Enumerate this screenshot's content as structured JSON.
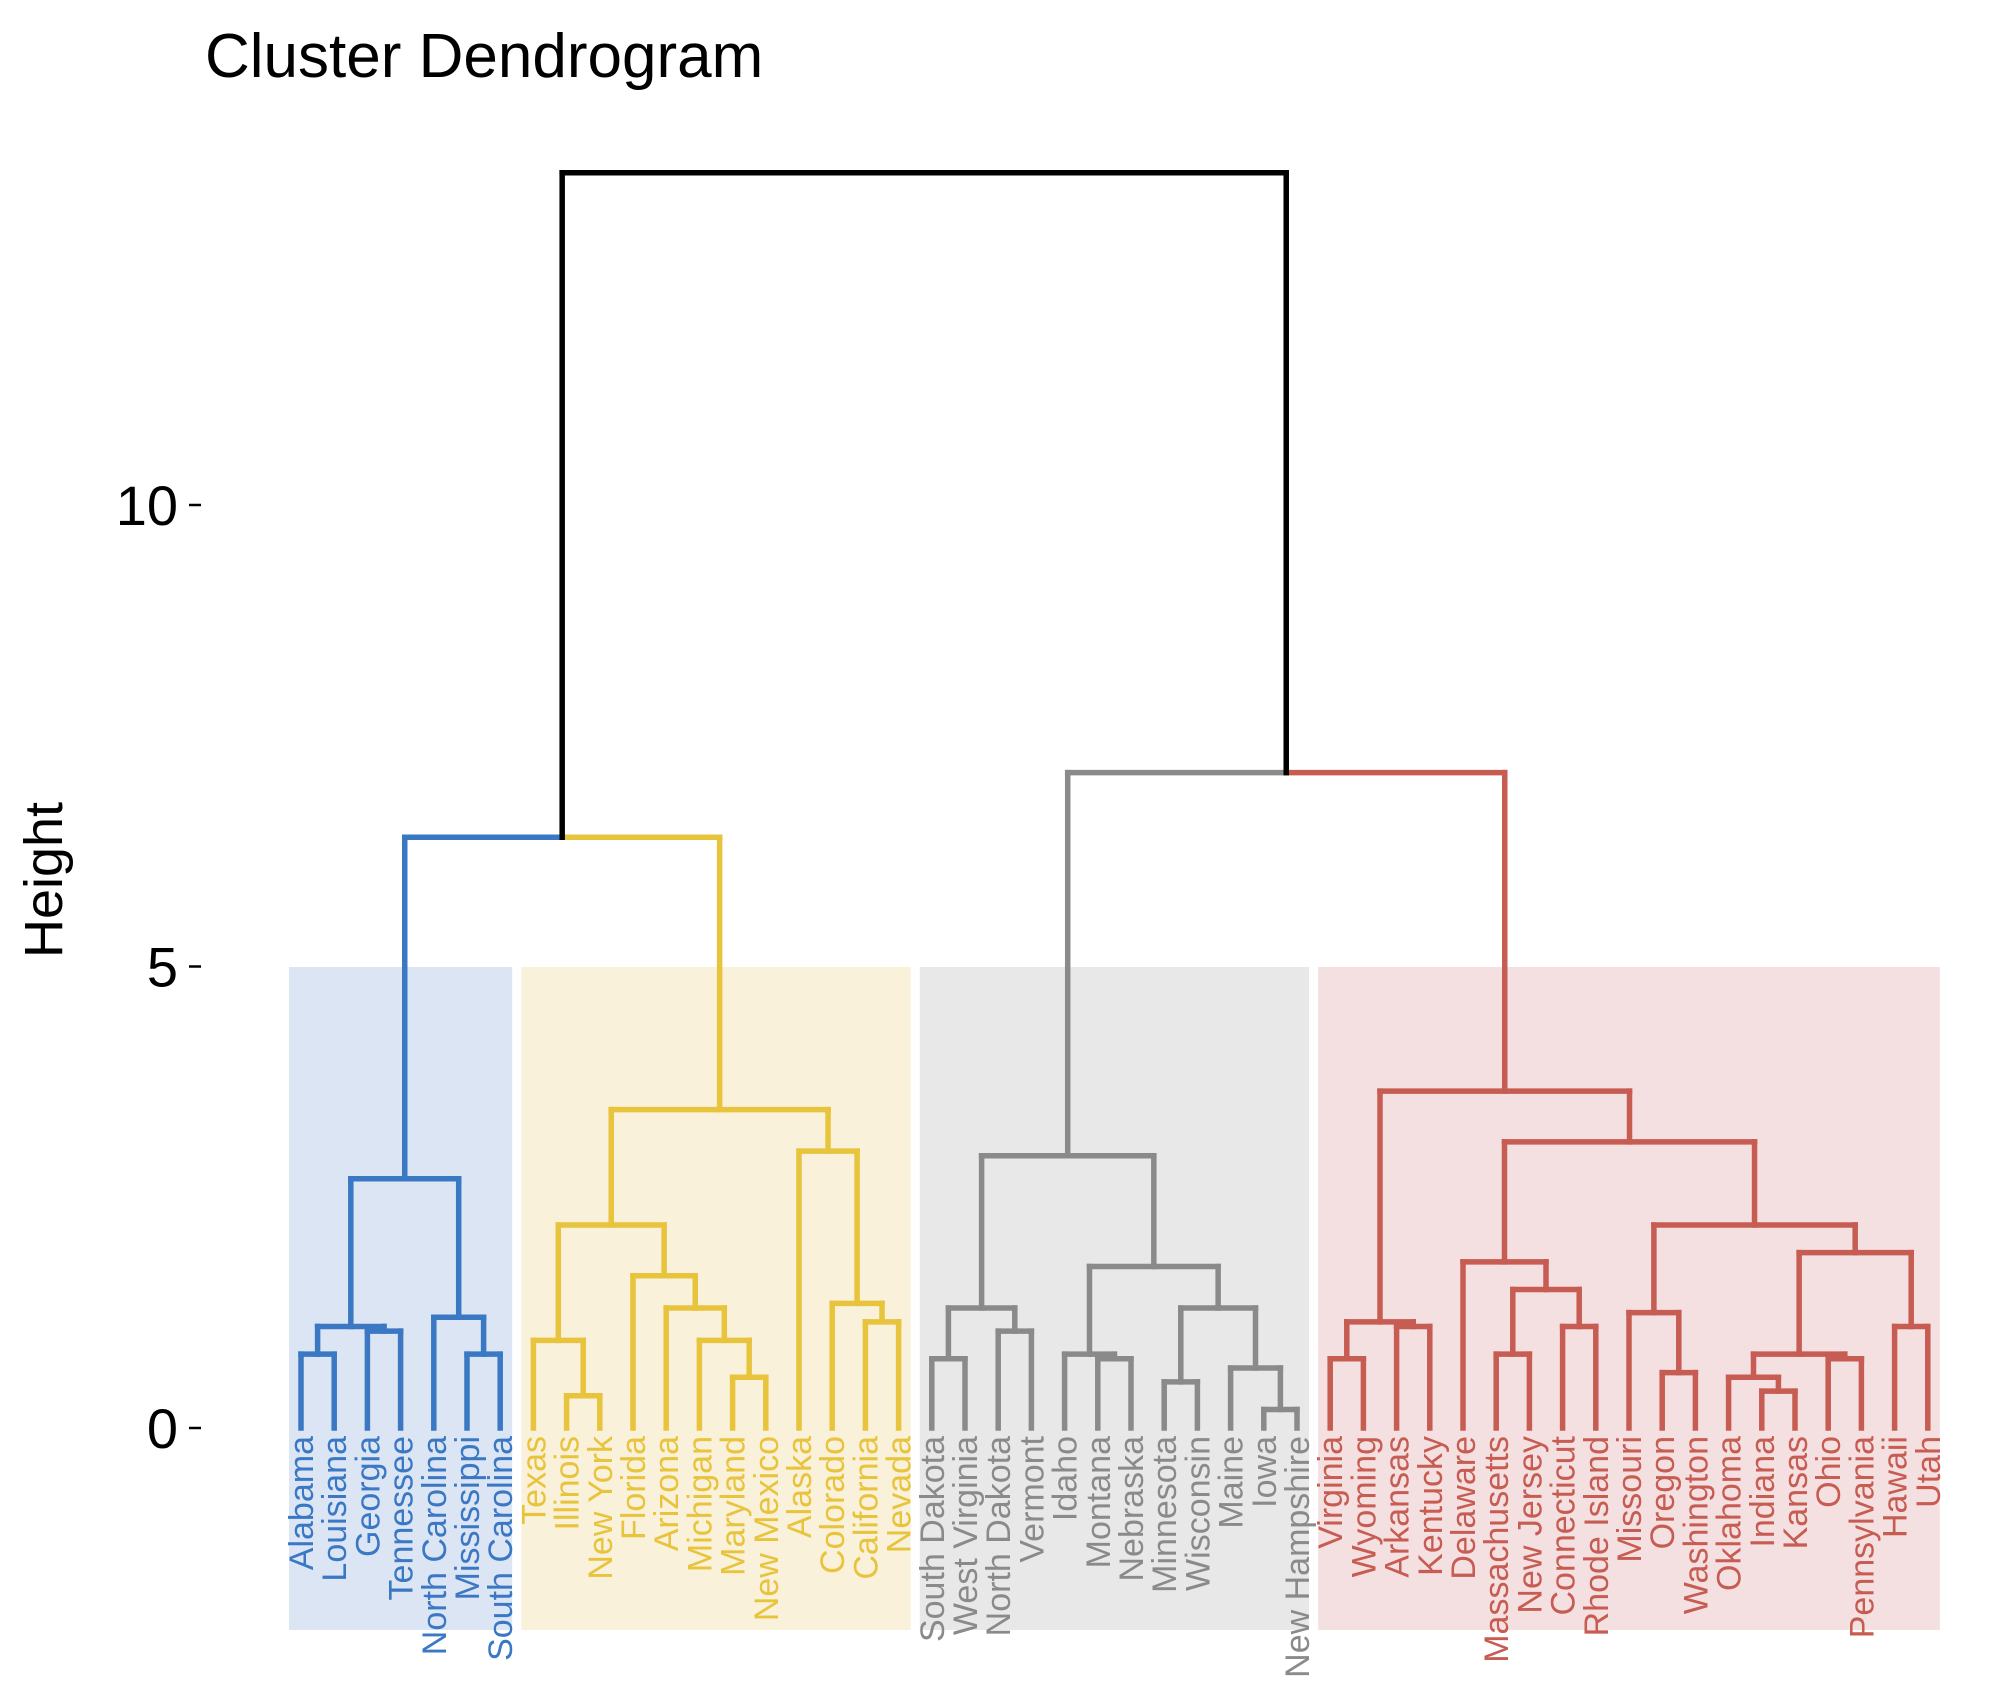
{
  "chart_data": {
    "type": "dendrogram",
    "title": "Cluster Dendrogram",
    "ylabel": "Height",
    "xlabel": "",
    "yticks": [
      0,
      5,
      10
    ],
    "ylim": [
      0,
      13.6
    ],
    "grid": false,
    "background_rects": true,
    "clusters": [
      {
        "color": "#3B78C3",
        "bg": "#DCE5F4",
        "leaves": [
          "Alabama",
          "Louisiana",
          "Georgia",
          "Tennessee",
          "North Carolina",
          "Mississippi",
          "South Carolina"
        ]
      },
      {
        "color": "#E8C33C",
        "bg": "#FAF1DA",
        "leaves": [
          "Texas",
          "Illinois",
          "New York",
          "Florida",
          "Arizona",
          "Michigan",
          "Maryland",
          "New Mexico",
          "Alaska",
          "Colorado",
          "California",
          "Nevada"
        ]
      },
      {
        "color": "#8A8A8A",
        "bg": "#E8E8E8",
        "leaves": [
          "South Dakota",
          "West Virginia",
          "North Dakota",
          "Vermont",
          "Idaho",
          "Montana",
          "Nebraska",
          "Minnesota",
          "Wisconsin",
          "Maine",
          "Iowa",
          "New Hampshire"
        ]
      },
      {
        "color": "#C65C52",
        "bg": "#F4E0E1",
        "leaves": [
          "Virginia",
          "Wyoming",
          "Arkansas",
          "Kentucky",
          "Delaware",
          "Massachusetts",
          "New Jersey",
          "Connecticut",
          "Rhode Island",
          "Missouri",
          "Oregon",
          "Washington",
          "Oklahoma",
          "Indiana",
          "Kansas",
          "Ohio",
          "Pennsylvania",
          "Hawaii",
          "Utah"
        ]
      }
    ],
    "merges": [
      {
        "a": "Alabama",
        "b": "Louisiana",
        "h": 0.8,
        "color": "#3B78C3"
      },
      {
        "a": "Georgia",
        "b": "Tennessee",
        "h": 1.05,
        "color": "#3B78C3"
      },
      {
        "a": "Alabama|Louisiana",
        "b": "Georgia|Tennessee",
        "h": 1.1,
        "color": "#3B78C3"
      },
      {
        "a": "Mississippi",
        "b": "South Carolina",
        "h": 0.8,
        "color": "#3B78C3"
      },
      {
        "a": "North Carolina",
        "b": "Mississippi|South Carolina",
        "h": 1.2,
        "color": "#3B78C3"
      },
      {
        "a": "Alabama|Louisiana|Georgia|Tennessee",
        "b": "North Carolina|Mississippi|South Carolina",
        "h": 2.7,
        "color": "#3B78C3"
      },
      {
        "a": "Illinois",
        "b": "New York",
        "h": 0.35,
        "color": "#E8C33C"
      },
      {
        "a": "Texas",
        "b": "Illinois|New York",
        "h": 0.95,
        "color": "#E8C33C"
      },
      {
        "a": "Maryland",
        "b": "New Mexico",
        "h": 0.55,
        "color": "#E8C33C"
      },
      {
        "a": "Michigan",
        "b": "Maryland|New Mexico",
        "h": 0.95,
        "color": "#E8C33C"
      },
      {
        "a": "Arizona",
        "b": "Michigan|Maryland|New Mexico",
        "h": 1.3,
        "color": "#E8C33C"
      },
      {
        "a": "Florida",
        "b": "Arizona|Michigan|Maryland|New Mexico",
        "h": 1.65,
        "color": "#E8C33C"
      },
      {
        "a": "Texas|Illinois|New York",
        "b": "Florida|Arizona|Michigan|Maryland|New Mexico",
        "h": 2.2,
        "color": "#E8C33C"
      },
      {
        "a": "California",
        "b": "Nevada",
        "h": 1.15,
        "color": "#E8C33C"
      },
      {
        "a": "Colorado",
        "b": "California|Nevada",
        "h": 1.35,
        "color": "#E8C33C"
      },
      {
        "a": "Alaska",
        "b": "Colorado|California|Nevada",
        "h": 3.0,
        "color": "#E8C33C"
      },
      {
        "a": "Texas|Illinois|New York|Florida|Arizona|Michigan|Maryland|New Mexico",
        "b": "Alaska|Colorado|California|Nevada",
        "h": 3.45,
        "color": "#E8C33C"
      },
      {
        "a": "Alabama|Louisiana|Georgia|Tennessee|North Carolina|Mississippi|South Carolina",
        "b": "Texas|Illinois|New York|Florida|Arizona|Michigan|Maryland|New Mexico|Alaska|Colorado|California|Nevada",
        "h": 6.4,
        "color": "split:#3B78C3,#E8C33C"
      },
      {
        "a": "South Dakota",
        "b": "West Virginia",
        "h": 0.75,
        "color": "#8A8A8A"
      },
      {
        "a": "North Dakota",
        "b": "Vermont",
        "h": 1.05,
        "color": "#8A8A8A"
      },
      {
        "a": "South Dakota|West Virginia",
        "b": "North Dakota|Vermont",
        "h": 1.3,
        "color": "#8A8A8A"
      },
      {
        "a": "Montana",
        "b": "Nebraska",
        "h": 0.75,
        "color": "#8A8A8A"
      },
      {
        "a": "Idaho",
        "b": "Montana|Nebraska",
        "h": 0.8,
        "color": "#8A8A8A"
      },
      {
        "a": "Minnesota",
        "b": "Wisconsin",
        "h": 0.5,
        "color": "#8A8A8A"
      },
      {
        "a": "Iowa",
        "b": "New Hampshire",
        "h": 0.2,
        "color": "#8A8A8A"
      },
      {
        "a": "Maine",
        "b": "Iowa|New Hampshire",
        "h": 0.65,
        "color": "#8A8A8A"
      },
      {
        "a": "Minnesota|Wisconsin",
        "b": "Maine|Iowa|New Hampshire",
        "h": 1.3,
        "color": "#8A8A8A"
      },
      {
        "a": "Idaho|Montana|Nebraska",
        "b": "Minnesota|Wisconsin|Maine|Iowa|New Hampshire",
        "h": 1.75,
        "color": "#8A8A8A"
      },
      {
        "a": "South Dakota|West Virginia|North Dakota|Vermont",
        "b": "Idaho|Montana|Nebraska|Minnesota|Wisconsin|Maine|Iowa|New Hampshire",
        "h": 2.95,
        "color": "#8A8A8A"
      },
      {
        "a": "Virginia",
        "b": "Wyoming",
        "h": 0.75,
        "color": "#C65C52"
      },
      {
        "a": "Arkansas",
        "b": "Kentucky",
        "h": 1.1,
        "color": "#C65C52"
      },
      {
        "a": "Virginia|Wyoming",
        "b": "Arkansas|Kentucky",
        "h": 1.15,
        "color": "#C65C52"
      },
      {
        "a": "Massachusetts",
        "b": "New Jersey",
        "h": 0.8,
        "color": "#C65C52"
      },
      {
        "a": "Connecticut",
        "b": "Rhode Island",
        "h": 1.1,
        "color": "#C65C52"
      },
      {
        "a": "Massachusetts|New Jersey",
        "b": "Connecticut|Rhode Island",
        "h": 1.5,
        "color": "#C65C52"
      },
      {
        "a": "Delaware",
        "b": "Massachusetts|New Jersey|Connecticut|Rhode Island",
        "h": 1.8,
        "color": "#C65C52"
      },
      {
        "a": "Oregon",
        "b": "Washington",
        "h": 0.6,
        "color": "#C65C52"
      },
      {
        "a": "Missouri",
        "b": "Oregon|Washington",
        "h": 1.25,
        "color": "#C65C52"
      },
      {
        "a": "Indiana",
        "b": "Kansas",
        "h": 0.4,
        "color": "#C65C52"
      },
      {
        "a": "Oklahoma",
        "b": "Indiana|Kansas",
        "h": 0.55,
        "color": "#C65C52"
      },
      {
        "a": "Ohio",
        "b": "Pennsylvania",
        "h": 0.75,
        "color": "#C65C52"
      },
      {
        "a": "Oklahoma|Indiana|Kansas",
        "b": "Ohio|Pennsylvania",
        "h": 0.8,
        "color": "#C65C52"
      },
      {
        "a": "Hawaii",
        "b": "Utah",
        "h": 1.1,
        "color": "#C65C52"
      },
      {
        "a": "Oklahoma|Indiana|Kansas|Ohio|Pennsylvania",
        "b": "Hawaii|Utah",
        "h": 1.9,
        "color": "#C65C52"
      },
      {
        "a": "Missouri|Oregon|Washington",
        "b": "Oklahoma|Indiana|Kansas|Ohio|Pennsylvania|Hawaii|Utah",
        "h": 2.2,
        "color": "#C65C52"
      },
      {
        "a": "Delaware|Massachusetts|New Jersey|Connecticut|Rhode Island",
        "b": "Missouri|Oregon|Washington|Oklahoma|Indiana|Kansas|Ohio|Pennsylvania|Hawaii|Utah",
        "h": 3.1,
        "color": "#C65C52"
      },
      {
        "a": "Virginia|Wyoming|Arkansas|Kentucky",
        "b": "Delaware|Massachusetts|New Jersey|Connecticut|Rhode Island|Missouri|Oregon|Washington|Oklahoma|Indiana|Kansas|Ohio|Pennsylvania|Hawaii|Utah",
        "h": 3.65,
        "color": "#C65C52"
      },
      {
        "a": "South Dakota|West Virginia|North Dakota|Vermont|Idaho|Montana|Nebraska|Minnesota|Wisconsin|Maine|Iowa|New Hampshire",
        "b": "Virginia|Wyoming|Arkansas|Kentucky|Delaware|Massachusetts|New Jersey|Connecticut|Rhode Island|Missouri|Oregon|Washington|Oklahoma|Indiana|Kansas|Ohio|Pennsylvania|Hawaii|Utah",
        "h": 7.1,
        "color": "split:#8A8A8A,#C65C52"
      },
      {
        "a": "LEFT",
        "b": "RIGHT",
        "h": 13.6,
        "color": "#000000"
      }
    ]
  }
}
